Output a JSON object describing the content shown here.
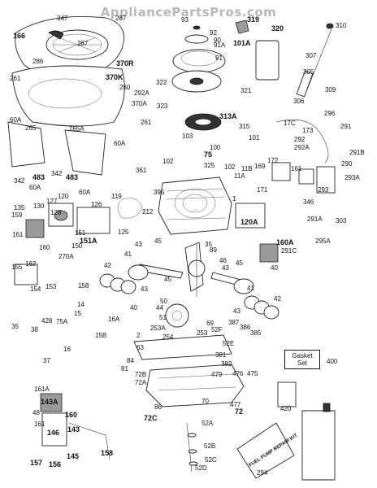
{
  "watermark": "AppliancePartsPros.com",
  "callouts": {
    "c347": "347",
    "c287a": "287",
    "c166": "166",
    "c287b": "287",
    "c286": "286",
    "c261a": "261",
    "c93": "93",
    "c92": "92",
    "c319": "319",
    "c320": "320",
    "c90": "90",
    "c91a": "91A",
    "c91": "91",
    "c101a": "101A",
    "c310": "310",
    "c307": "307",
    "c305": "305",
    "c309": "309",
    "c370r": "370R",
    "c370k": "370K",
    "c260": "260",
    "c292a_top": "292A",
    "c370a": "370A",
    "c261b": "261",
    "c322": "322",
    "c323": "323",
    "c321": "321",
    "c313a": "313A",
    "c306": "306",
    "c296": "296",
    "c291": "291",
    "c291b": "291B",
    "c17c": "17C",
    "c173": "173",
    "c292": "292",
    "c292a": "292A",
    "c60a_a": "60A",
    "c265": "265",
    "c265a": "265A",
    "c60a_b": "60A",
    "c315": "315",
    "c101": "101",
    "c103": "103",
    "c100": "100",
    "c75": "75",
    "c325": "325",
    "c102a": "102",
    "c102b": "102",
    "c11b": "11B",
    "c11a": "11A",
    "c169": "169",
    "c172": "172",
    "c161": "161",
    "c290": "290",
    "c293a": "293A",
    "c293": "293",
    "c342a": "342",
    "c483a": "483",
    "c483b": "483",
    "c342b": "342",
    "c60a_c": "60A",
    "c60a_d": "60A",
    "c361": "361",
    "c395": "395",
    "c171": "171",
    "c1": "1",
    "c346": "346",
    "c291a": "291A",
    "c303": "303",
    "c135": "135",
    "c130": "130",
    "c127": "127",
    "c120": "120",
    "c128": "128",
    "c159": "159",
    "c126": "126",
    "c119": "119",
    "c212": "212",
    "c120a": "120A",
    "c125": "125",
    "c151": "151",
    "c150": "150",
    "c161b": "161",
    "c160": "160",
    "c151a": "151A",
    "c295a": "295A",
    "c160a": "160A",
    "c291c": "291C",
    "c270a": "270A",
    "c155": "155",
    "c162": "162",
    "c154": "154",
    "c153": "153",
    "c158": "158",
    "c43a": "43",
    "c45a": "45",
    "c89": "89",
    "c35a": "35",
    "c41": "41",
    "c42a": "42",
    "c43b": "43",
    "c45b": "45",
    "c46": "46",
    "c43c": "43",
    "c45c": "45",
    "c40a": "40",
    "c41b": "41",
    "c42b": "42",
    "c43d": "43",
    "c40b": "40",
    "c44": "44",
    "c50": "50",
    "c51": "51",
    "c14": "14",
    "c15": "15",
    "c428": "428",
    "c75a": "75A",
    "c16a": "16A",
    "c35b": "35",
    "c38": "38",
    "c15b": "15B",
    "c16": "16",
    "c37": "37",
    "c253a": "253A",
    "c69": "69",
    "c253": "253",
    "c387": "387",
    "c386": "386",
    "c385": "385",
    "c52f": "52F",
    "c254": "254",
    "c52e": "52E",
    "c2": "2",
    "c63": "63",
    "c84": "84",
    "c81": "81",
    "c381": "381",
    "c382": "382",
    "c400": "400",
    "c72b": "72B",
    "c72a": "72A",
    "c479": "479",
    "c476": "476",
    "c475": "475",
    "c70": "70",
    "c86": "86",
    "c477": "477",
    "c72": "72",
    "c161a": "161A",
    "c143a": "143A",
    "c160b": "160",
    "c48": "48",
    "c146": "146",
    "c161c": "161",
    "c143": "143",
    "c72c": "72C",
    "c52a": "52A",
    "c52b": "52B",
    "c52c": "52C",
    "c52d": "52D",
    "c145": "145",
    "c157": "157",
    "c156": "156",
    "c158b": "158",
    "c420": "420",
    "c294": "294"
  },
  "gasket_set": {
    "line1": "Gasket",
    "line2": "Set",
    "ref": "400"
  },
  "bag_text": "FUEL PUMP REPAIR KIT"
}
